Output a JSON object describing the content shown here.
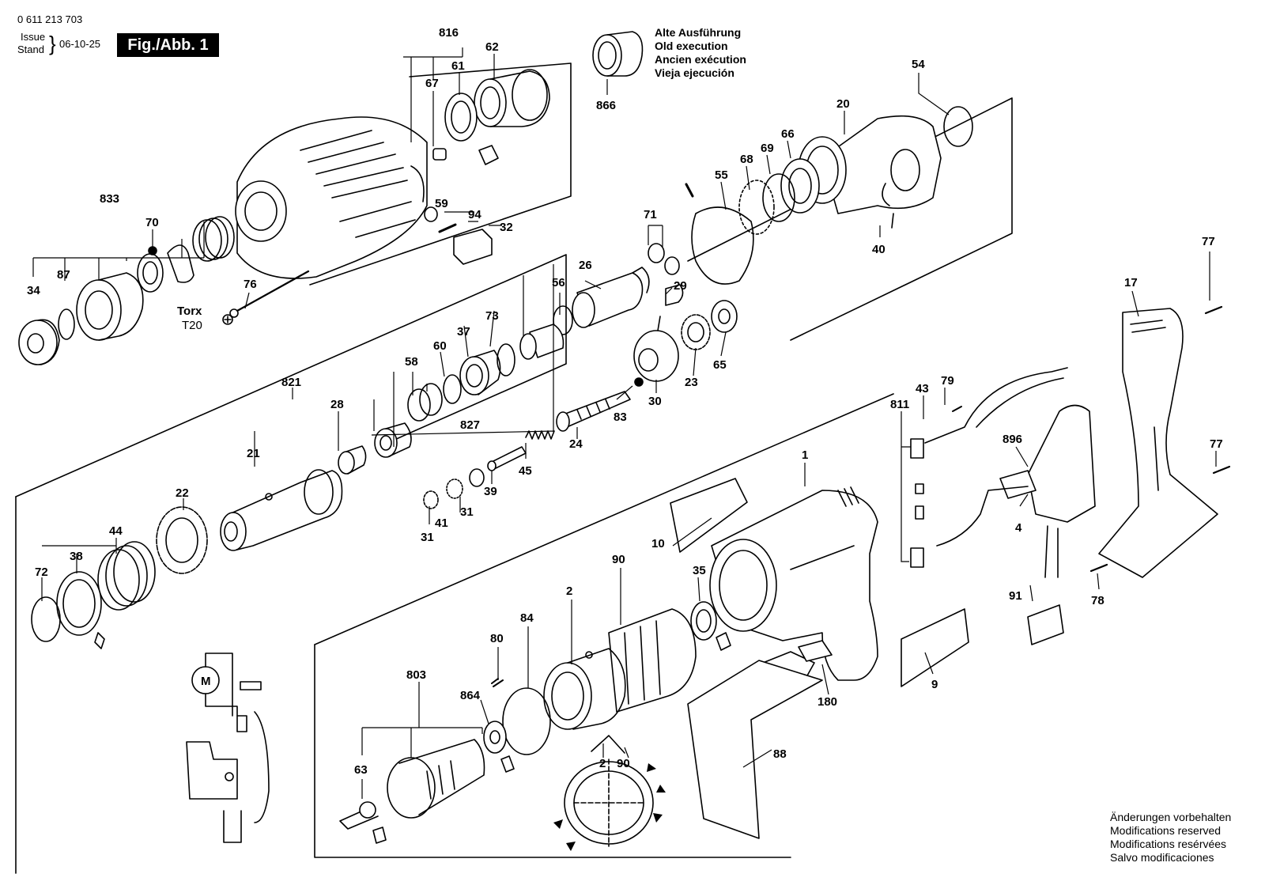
{
  "header": {
    "doc_number": "0 611 213 703",
    "issue_word": "Issue",
    "stand_word": "Stand",
    "issue_date": "06-10-25",
    "figure_tag": "Fig./Abb. 1"
  },
  "old_execution_note": [
    "Alte Ausführung",
    "Old execution",
    "Ancien exécution",
    "Vieja ejecución"
  ],
  "modifications_note": [
    "Änderungen vorbehalten",
    "Modifications reserved",
    "Modifications resérvées",
    "Salvo modificaciones"
  ],
  "torx": {
    "line1": "Torx",
    "line2": "T20"
  },
  "motor_symbol": "M",
  "part_labels": {
    "p816": "816",
    "p62": "62",
    "p61": "61",
    "p67": "67",
    "p866": "866",
    "p54": "54",
    "p20": "20",
    "p66": "66",
    "p69": "69",
    "p68": "68",
    "p55": "55",
    "p833": "833",
    "p70": "70",
    "p59": "59",
    "p94": "94",
    "p32": "32",
    "p87": "87",
    "p34": "34",
    "p76": "76",
    "p71": "71",
    "p40": "40",
    "p26": "26",
    "p56": "56",
    "p29": "29",
    "p73": "73",
    "p37": "37",
    "p60": "60",
    "p58": "58",
    "p65": "65",
    "p23": "23",
    "p30": "30",
    "p83": "83",
    "p821": "821",
    "p28": "28",
    "p827": "827",
    "p24": "24",
    "p45": "45",
    "p21": "21",
    "p22": "22",
    "p39": "39",
    "p31a": "31",
    "p41": "41",
    "p31b": "31",
    "p44": "44",
    "p38": "38",
    "p72": "72",
    "p77a": "77",
    "p17": "17",
    "p79": "79",
    "p43": "43",
    "p811": "811",
    "p896": "896",
    "p4": "4",
    "p77b": "77",
    "p78": "78",
    "p91": "91",
    "p1": "1",
    "p10": "10",
    "p90a": "90",
    "p2a": "2",
    "p35": "35",
    "p84": "84",
    "p80": "80",
    "p803": "803",
    "p864": "864",
    "p63": "63",
    "p2b": "2",
    "p90b": "90",
    "p9": "9",
    "p180": "180",
    "p88": "88"
  }
}
